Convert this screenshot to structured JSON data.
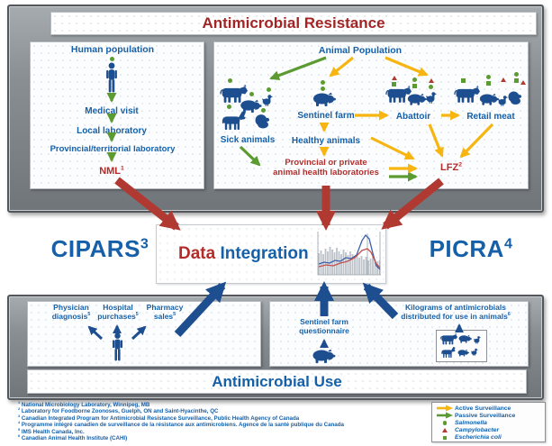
{
  "titles": {
    "resistance": "Antimicrobial Resistance",
    "use": "Antimicrobial Use"
  },
  "human_chain": {
    "title": "Human population",
    "steps": [
      "Medical visit",
      "Local laboratory",
      "Provincial/territorial laboratory"
    ],
    "nml": {
      "label": "NML",
      "sup": "1"
    }
  },
  "animal_chain": {
    "title": "Animal Population",
    "sick": "Sick animals",
    "sentinel": "Sentinel farm",
    "healthy": "Healthy animals",
    "labs1": "Provincial or private",
    "labs2": "animal health laboratories",
    "abattoir": "Abattoir",
    "retail": "Retail meat",
    "lfz": {
      "label": "LFZ",
      "sup": "2"
    }
  },
  "integration": {
    "cipars": {
      "label": "CIPARS",
      "sup": "3"
    },
    "picra": {
      "label": "PICRA",
      "sup": "4"
    },
    "data_word": "Data",
    "integration_word": "Integration"
  },
  "use_section": {
    "physician": {
      "line1": "Physician",
      "line2": "diagnosis",
      "sup": "5"
    },
    "hospital": {
      "line1": "Hospital",
      "line2": "purchases",
      "sup": "5"
    },
    "pharmacy": {
      "line1": "Pharmacy",
      "line2": "sales",
      "sup": "5"
    },
    "sentinel": {
      "line1": "Sentinel farm",
      "line2": "questionnaire"
    },
    "kilograms": {
      "line1": "Kilograms of antimicrobials",
      "line2": "distributed for use in animals",
      "sup": "6"
    }
  },
  "footnotes": [
    {
      "sup": "1",
      "text": "National Microbiology Laboratory, Winnipeg, MB"
    },
    {
      "sup": "2",
      "text": "Laboratory for Foodborne Zoonoses, Guelph, ON and Saint-Hyacinthe, QC"
    },
    {
      "sup": "3",
      "text": "Canadian Integrated Program for Antimicrobial Resistance Surveillance, Public Health Agency of Canada"
    },
    {
      "sup": "4",
      "text": "Programme intégré canadien de surveillance de la résistance aux antimicrobiens. Agence de la santé publique du Canada"
    },
    {
      "sup": "5",
      "text": "IMS Health Canada, Inc."
    },
    {
      "sup": "6",
      "text": "Canadian Animal Health Institute (CAHI)"
    }
  ],
  "legend": {
    "active": "Active Surveillance",
    "passive": "Passive Surveillance",
    "salmonella": "Salmonella",
    "campylobacter": "Campylobacter",
    "ecoli": "Escherichia coli"
  },
  "colors": {
    "title_red": "#a32424",
    "blue_text": "#1560a8",
    "dark_blue_icon": "#1d4e8f",
    "green_arrow": "#5c9b31",
    "yellow_arrow": "#f6b510",
    "red_arrow": "#b03a32",
    "red_label": "#b42c29",
    "frame_gray": "#8a8f94"
  }
}
